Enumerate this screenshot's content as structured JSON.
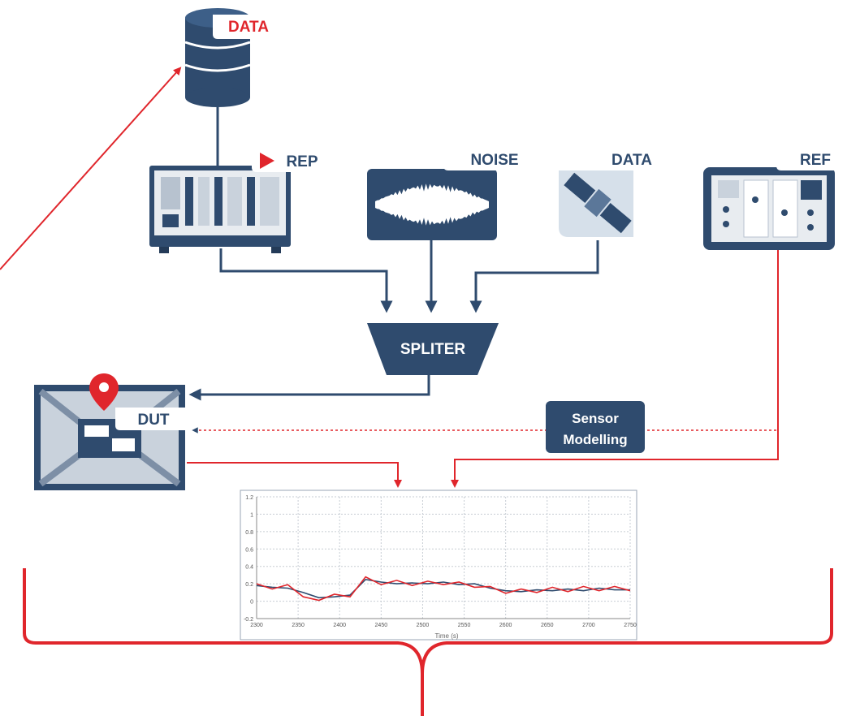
{
  "labels": {
    "data_top": "DATA",
    "rep": "REP",
    "noise": "NOISE",
    "data_sat": "DATA",
    "ref": "REF",
    "spliter": "SPLITER",
    "dut": "DUT",
    "sensor_line1": "Sensor",
    "sensor_line2": "Modelling"
  },
  "colors": {
    "navy": "#2f4b6e",
    "navy_dark": "#243b58",
    "red": "#e0262c",
    "light_panel": "#e8ecf0"
  },
  "icons": {
    "rep_marker": "play-triangle-icon",
    "dut_marker": "map-pin-icon"
  },
  "chart_data": {
    "type": "line",
    "title": "",
    "xlabel": "Time (s)",
    "ylabel": "",
    "ylim": [
      -0.2,
      1.2
    ],
    "yticks": [
      "1.2",
      "1",
      "0.8",
      "0.6",
      "0.4",
      "0.2",
      "0",
      "-0.2"
    ],
    "xticks": [
      "2300",
      "2350",
      "2400",
      "2450",
      "2500",
      "2550",
      "2600",
      "2650",
      "2700",
      "2750"
    ],
    "x": [
      2300,
      2320,
      2340,
      2360,
      2380,
      2400,
      2420,
      2440,
      2460,
      2480,
      2500,
      2520,
      2540,
      2560,
      2580,
      2600,
      2620,
      2640,
      2660,
      2680,
      2700,
      2720,
      2740,
      2760,
      2780
    ],
    "series": [
      {
        "values": [
          0.18,
          0.16,
          0.15,
          0.1,
          0.04,
          0.05,
          0.07,
          0.25,
          0.22,
          0.2,
          0.21,
          0.2,
          0.22,
          0.19,
          0.2,
          0.15,
          0.12,
          0.11,
          0.13,
          0.12,
          0.14,
          0.12,
          0.15,
          0.13,
          0.13
        ]
      },
      {
        "values": [
          0.2,
          0.14,
          0.19,
          0.05,
          0.01,
          0.08,
          0.05,
          0.28,
          0.19,
          0.24,
          0.18,
          0.23,
          0.19,
          0.22,
          0.16,
          0.17,
          0.09,
          0.14,
          0.1,
          0.16,
          0.11,
          0.17,
          0.12,
          0.17,
          0.12
        ]
      }
    ],
    "series_colors": [
      "#2f4b6e",
      "#e0262c"
    ],
    "grid": true
  }
}
